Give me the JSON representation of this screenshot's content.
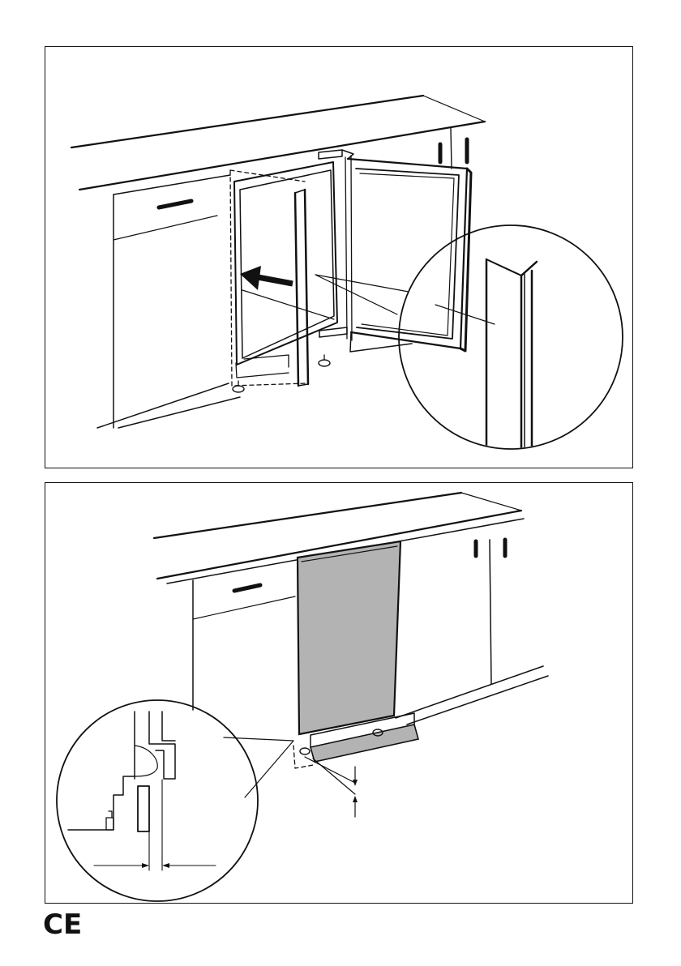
{
  "figure_1": {
    "description_icon": "install-door-seal-strip",
    "colors": {
      "line": "#111111",
      "background": "#ffffff"
    }
  },
  "figure_2": {
    "description_icon": "install-decor-panel-and-plinth",
    "colors": {
      "line": "#111111",
      "door_panel": "#b3b3b3",
      "plinth": "#b3b3b3"
    }
  },
  "footer": {
    "mark": "CE",
    "mark_icon": "ce-conformity-mark"
  }
}
